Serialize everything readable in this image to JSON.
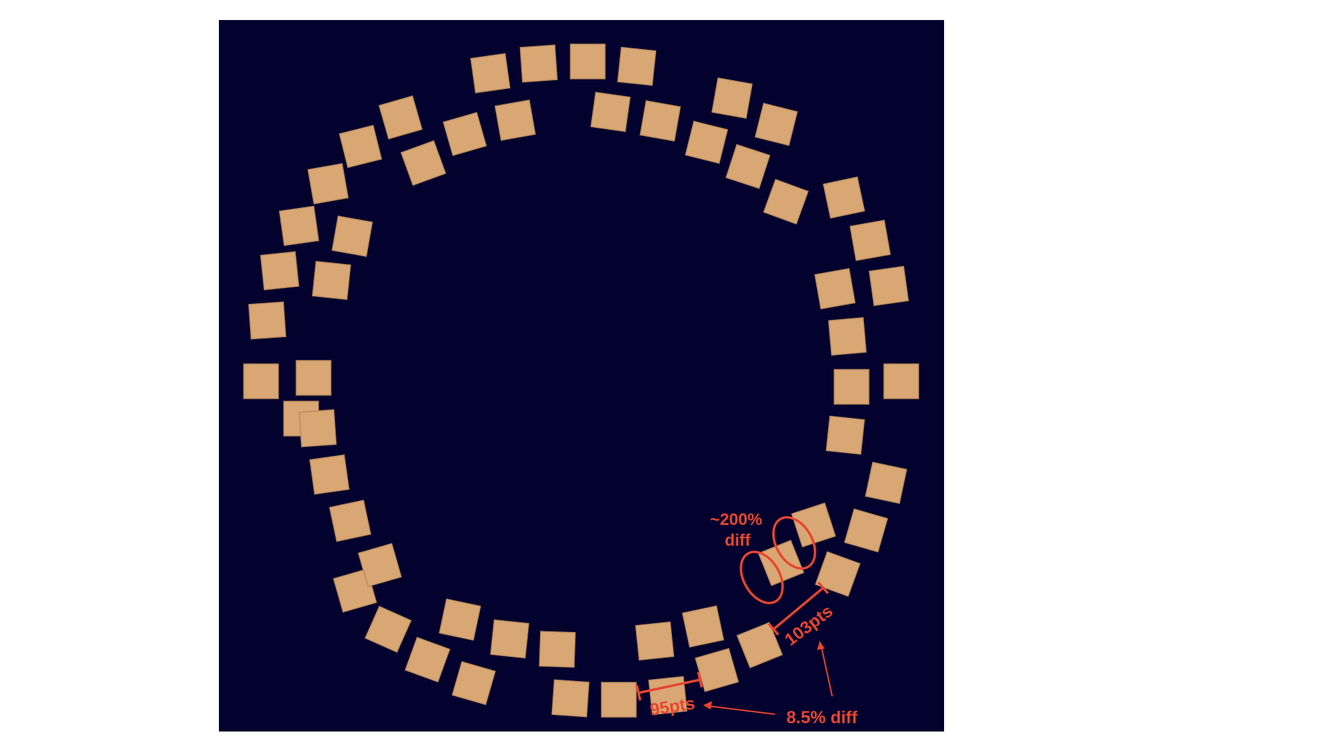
{
  "colors": {
    "background": "#ffffff",
    "panel": "#03022e",
    "tile": "#d8a774",
    "tile_edge": "#b98a5c",
    "annotation": "#e8452f"
  },
  "annotations": {
    "ratio_top": "~200%",
    "ratio_bottom": "diff",
    "measure_right": "103pts",
    "measure_bottom": "95pts",
    "percent_diff": "8.5% diff"
  }
}
